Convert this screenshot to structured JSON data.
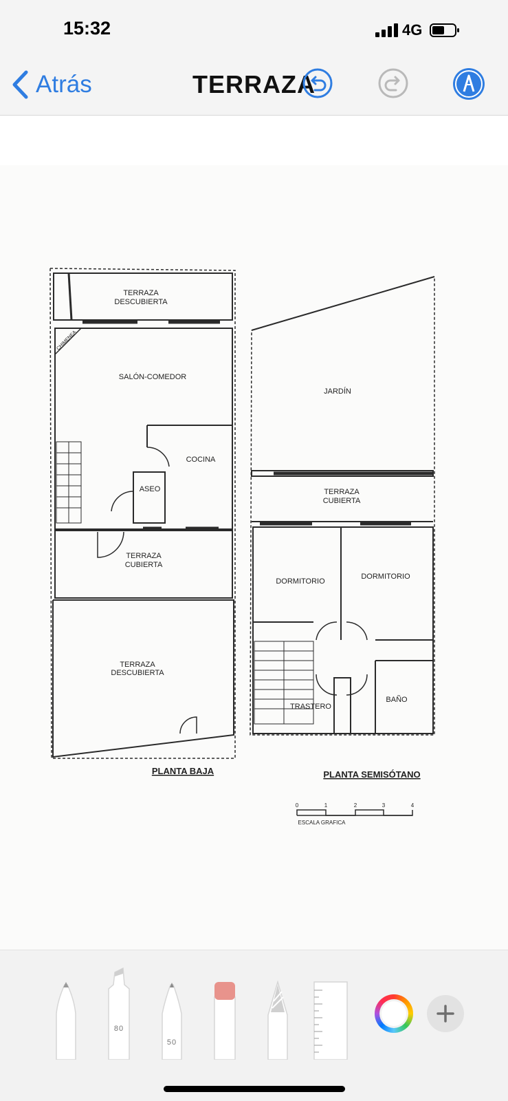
{
  "status": {
    "time": "15:32",
    "network": "4G"
  },
  "nav": {
    "back_label": "Atrás",
    "title": "TERRAZA"
  },
  "plan": {
    "baja": {
      "terraza_top": [
        "TERRAZA",
        "DESCUBIERTA"
      ],
      "chimenea": "CHIMENEA",
      "salon": "SALÓN-COMEDOR",
      "cocina": "COCINA",
      "aseo": "ASEO",
      "terraza_cubierta": [
        "TERRAZA",
        "CUBIERTA"
      ],
      "terraza_bottom": [
        "TERRAZA",
        "DESCUBIERTA"
      ],
      "caption": "PLANTA BAJA"
    },
    "semi": {
      "jardin": "JARDÍN",
      "terraza_cubierta": [
        "TERRAZA",
        "CUBIERTA"
      ],
      "dormitorio_1": "DORMITORIO",
      "dormitorio_2": "DORMITORIO",
      "bano": "BAÑO",
      "trastero": "TRASTERO",
      "caption": "PLANTA SEMISÓTANO"
    },
    "scale": {
      "ticks": [
        "0",
        "1",
        "2",
        "3",
        "4"
      ],
      "label": "ESCALA GRAFICA"
    }
  },
  "toolbar": {
    "marker_width": "80",
    "pencil_width": "50"
  },
  "colors": {
    "accent": "#2f7de1",
    "eraser": "#e8938c"
  },
  "icons": {
    "back": "chevron-left-icon",
    "undo": "undo-icon",
    "redo": "redo-icon",
    "markup": "markup-pen-icon",
    "add": "plus-icon"
  }
}
